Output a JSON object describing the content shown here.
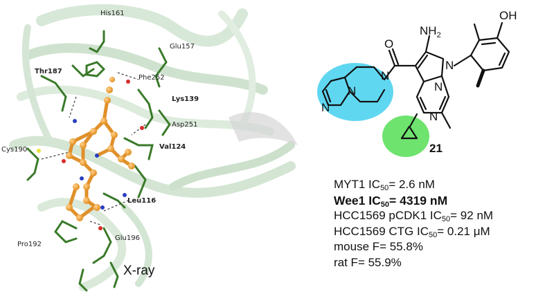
{
  "xray": {
    "caption": "X-ray",
    "residues": [
      {
        "name": "His161",
        "bold": false
      },
      {
        "name": "Glu157",
        "bold": false
      },
      {
        "name": "Thr187",
        "bold": true
      },
      {
        "name": "Phe252",
        "bold": false
      },
      {
        "name": "Lys139",
        "bold": true
      },
      {
        "name": "Asp251",
        "bold": false
      },
      {
        "name": "Cys190",
        "bold": false
      },
      {
        "name": "Val124",
        "bold": true
      },
      {
        "name": "Leu116",
        "bold": true
      },
      {
        "name": "Pro192",
        "bold": false
      },
      {
        "name": "Glu196",
        "bold": false
      }
    ]
  },
  "compound": {
    "number": "21",
    "atoms": {
      "amine": "NH",
      "amine_sub": "2",
      "hydroxyl": "OH",
      "oxygen": "O",
      "nitrogen": "N"
    },
    "highlight_colors": {
      "bicycle": "#4fd3f0",
      "cyclopropyl": "#5ee05e"
    }
  },
  "properties": [
    {
      "pre": "MYT1 IC",
      "sub": "50",
      "post": "= 2.6 nM",
      "bold": false
    },
    {
      "pre": "Wee1 IC",
      "sub": "50",
      "post": "= 4319 nM",
      "bold": true
    },
    {
      "pre": "HCC1569 pCDK1 IC",
      "sub": "50",
      "post": "= 92 nM",
      "bold": false
    },
    {
      "pre": "HCC1569 CTG IC",
      "sub": "50",
      "post": "= 0.21 μM",
      "bold": false
    },
    {
      "pre": "mouse F= 55.8%",
      "sub": "",
      "post": "",
      "bold": false
    },
    {
      "pre": "rat F= 55.9%",
      "sub": "",
      "post": "",
      "bold": false
    }
  ]
}
